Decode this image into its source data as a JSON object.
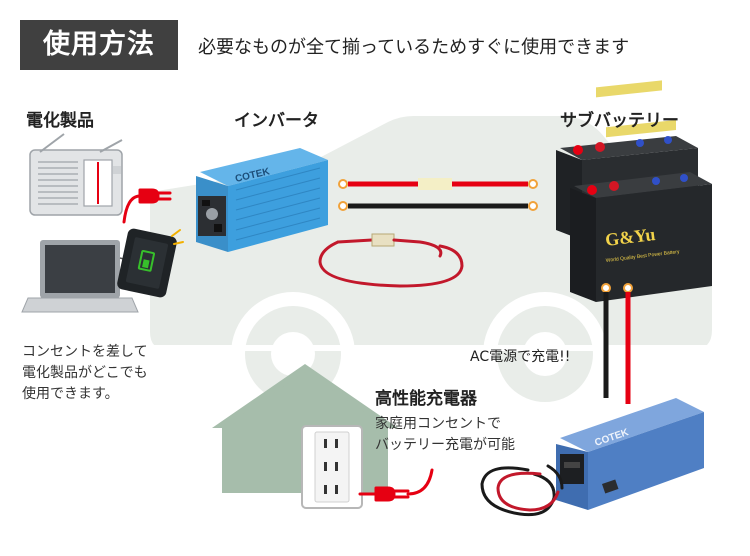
{
  "header": {
    "badge": "使用方法",
    "subtitle": "必要なものが全て揃っているためすぐに使用できます"
  },
  "labels": {
    "appliances": "電化製品",
    "inverter": "インバータ",
    "sub_battery": "サブバッテリー",
    "charger": "高性能充電器",
    "ac_charge": "AC電源で充電!!"
  },
  "notes": {
    "appliances_line1": "コンセントを差して",
    "appliances_line2": "電化製品がどこでも",
    "appliances_line3": "使用できます。",
    "charger_line1": "家庭用コンセントで",
    "charger_line2": "バッテリー充電が可能"
  },
  "branding": {
    "inverter_logo": "COTEK",
    "charger_logo": "COTEK",
    "battery_logo": "G&Yu",
    "battery_tagline": "World Quality Best Power Battery"
  },
  "colors": {
    "accent_red": "#e60012",
    "cable_black": "#1a1a1a",
    "inverter_blue": "#3d9fde",
    "charger_blue": "#4f7fc4",
    "background_shape": "#e9ede9",
    "house_green": "#a6bdab",
    "header_bg": "#404040"
  }
}
